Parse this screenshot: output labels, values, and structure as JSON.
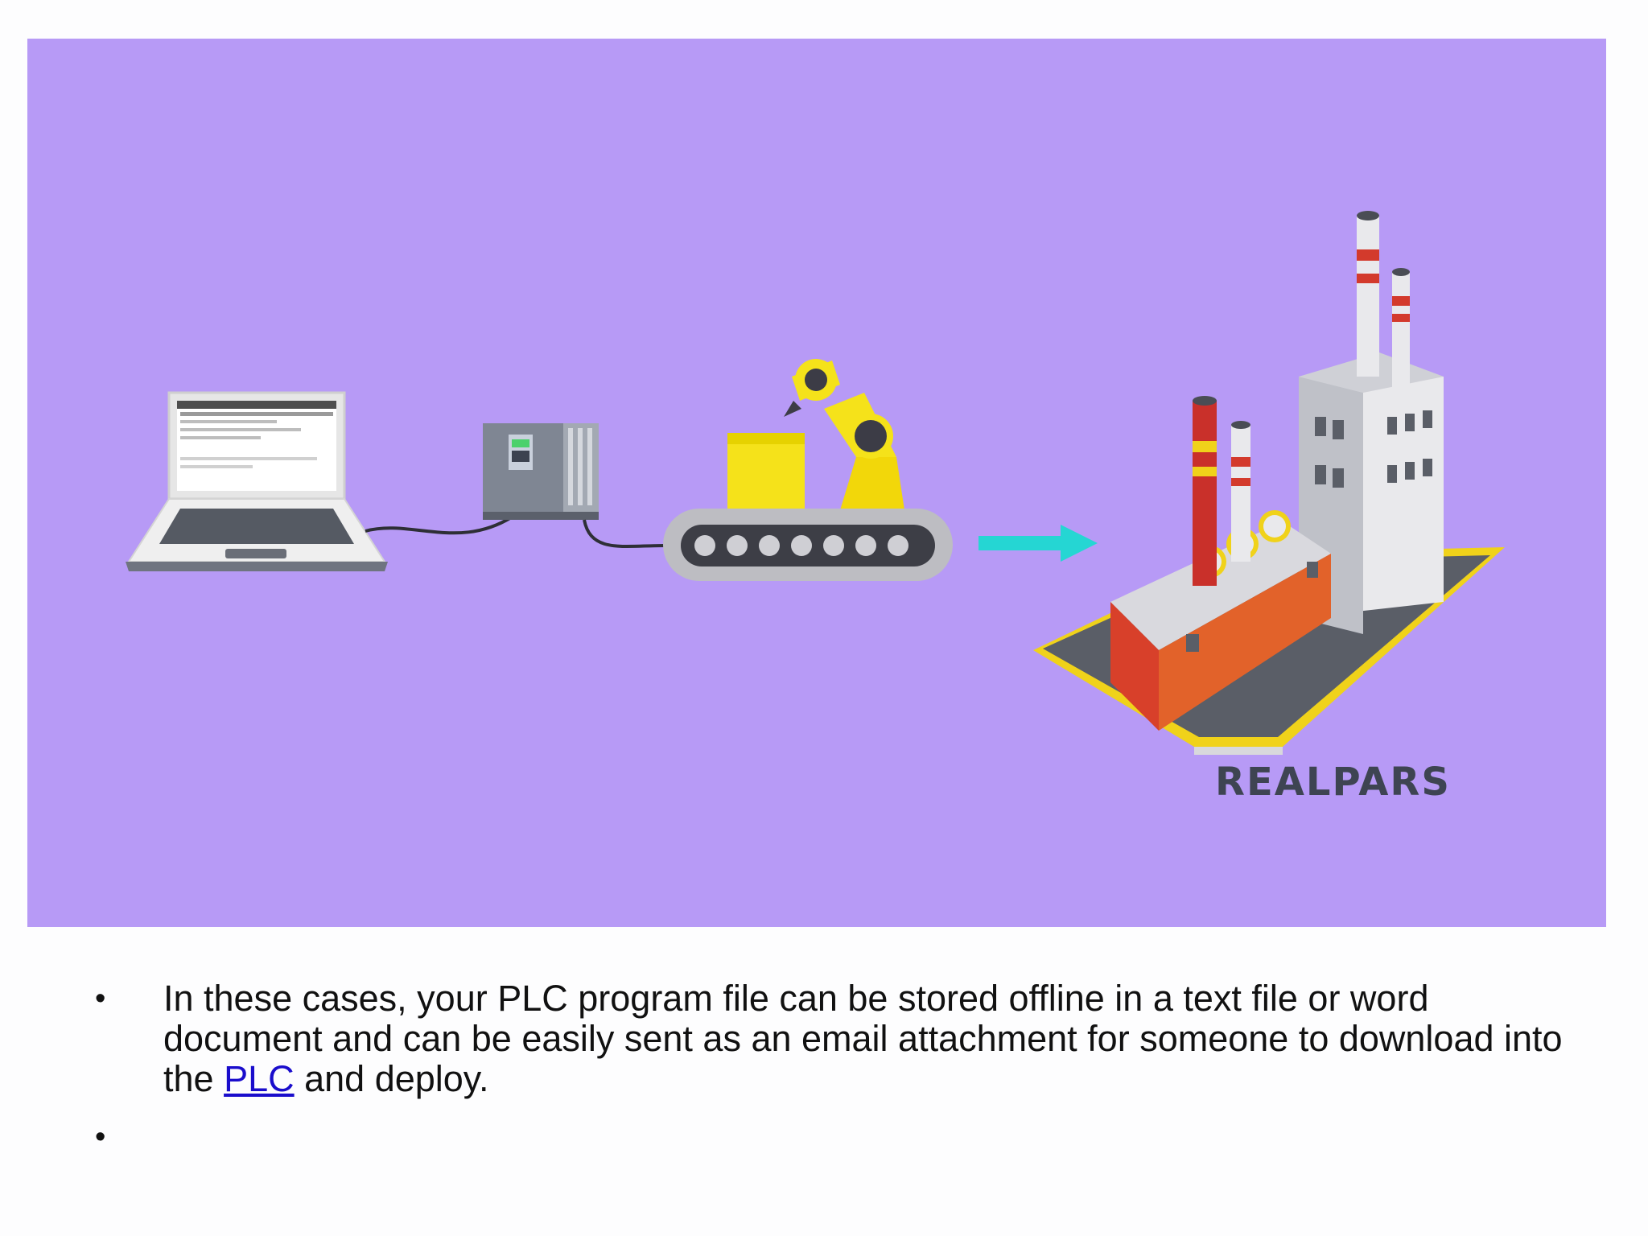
{
  "illustration": {
    "background_color": "#b79af6",
    "brand_logo_text": "REALPARS",
    "brand_logo_color": "#3e4452",
    "items": [
      "laptop",
      "plc-controller",
      "robot-arm-conveyor",
      "arrow",
      "factory"
    ]
  },
  "bullets": {
    "marker": "•",
    "item1": {
      "text_before": "In these cases, your PLC program file can be stored offline in a text file or word document and can be easily sent as an email attachment for someone to download into the ",
      "link_text": "PLC",
      "text_after": " and deploy."
    },
    "item2": {
      "text": ""
    }
  }
}
